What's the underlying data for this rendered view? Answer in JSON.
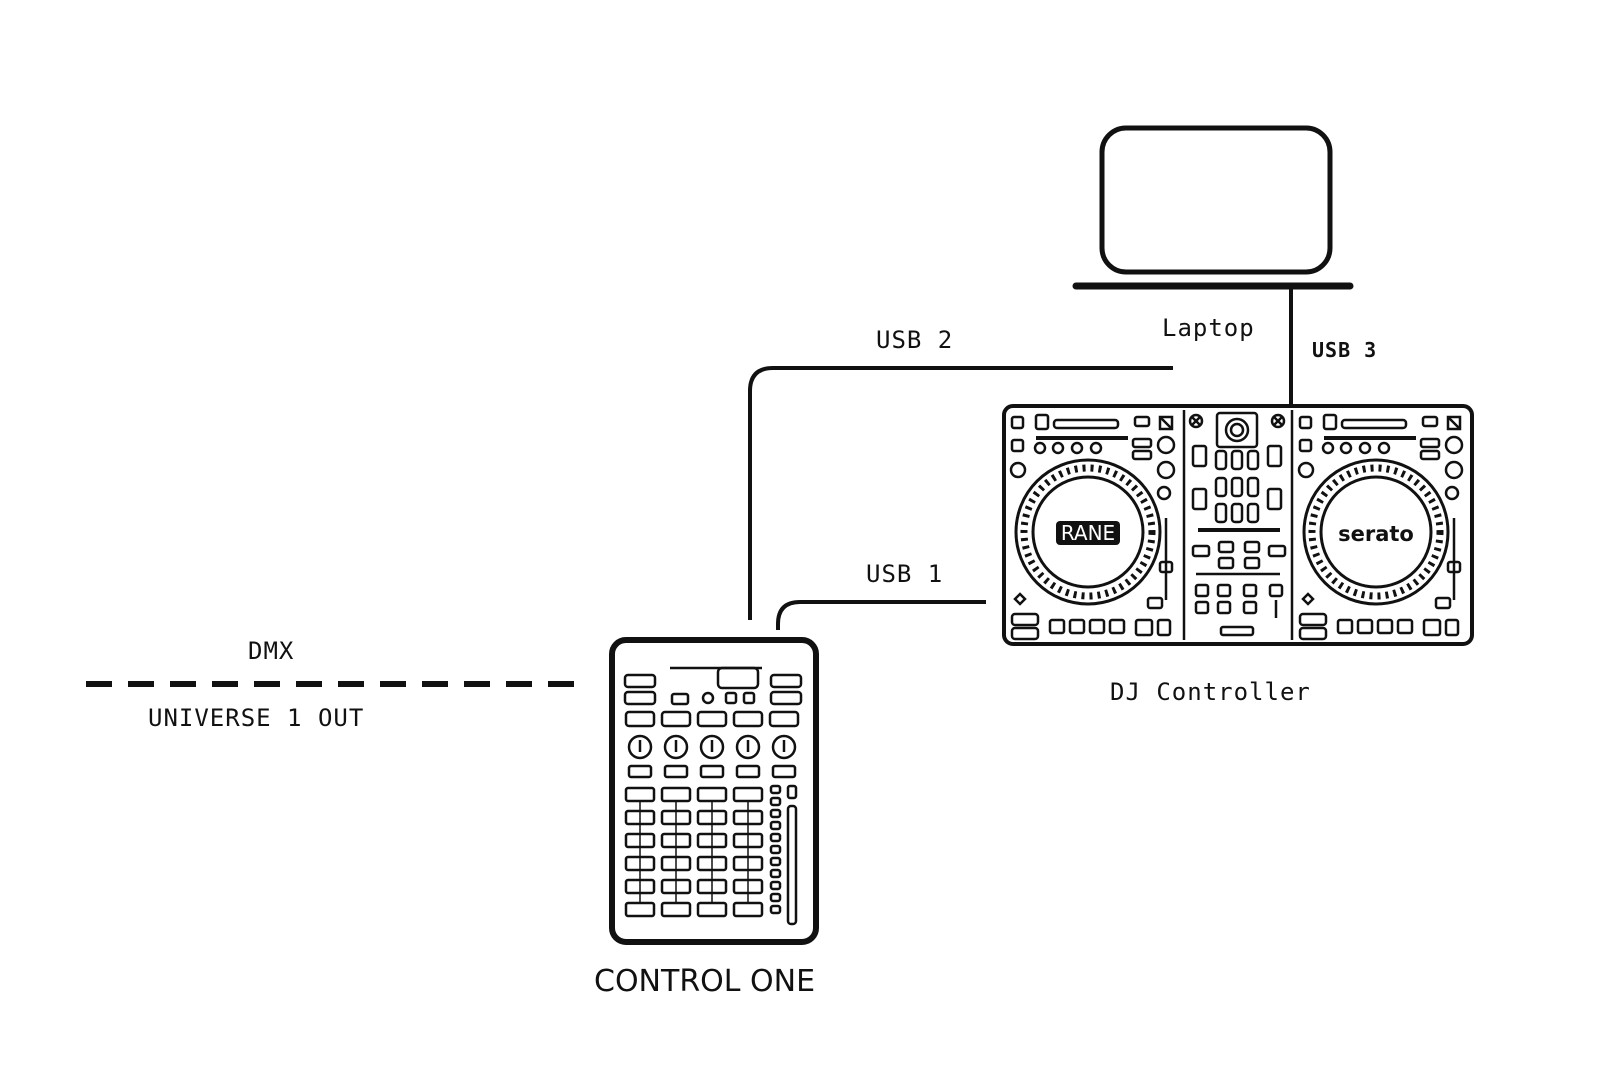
{
  "diagram": {
    "labels": {
      "laptop": "Laptop",
      "usb2": "USB 2",
      "usb3": "USB 3",
      "usb1": "USB 1",
      "dmx": "DMX",
      "universe": "UNIVERSE 1 OUT",
      "dj_controller": "DJ Controller",
      "control_one": "CONTROL ONE"
    },
    "brands": {
      "left_platter": "RANE",
      "right_platter": "serato"
    },
    "colors": {
      "line": "#111111",
      "background": "#ffffff"
    }
  }
}
